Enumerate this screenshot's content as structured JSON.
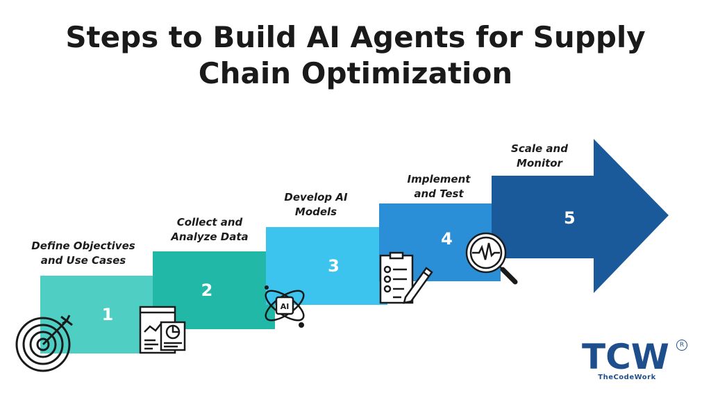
{
  "title_line1": "Steps to Build AI Agents for Supply",
  "title_line2": "Chain Optimization",
  "steps": [
    {
      "number": "1",
      "label_line1": "Define Objectives",
      "label_line2": "and Use Cases",
      "color": "#4fcfc4",
      "icon": "target-icon"
    },
    {
      "number": "2",
      "label_line1": "Collect and",
      "label_line2": "Analyze Data",
      "color": "#22b8a8",
      "icon": "data-report-icon"
    },
    {
      "number": "3",
      "label_line1": "Develop AI",
      "label_line2": "Models",
      "color": "#3cc3ee",
      "icon": "ai-atom-icon"
    },
    {
      "number": "4",
      "label_line1": "Implement",
      "label_line2": "and Test",
      "color": "#2a8fd6",
      "icon": "checklist-pencil-icon"
    },
    {
      "number": "5",
      "label_line1": "Scale and",
      "label_line2": "Monitor",
      "color": "#1b5a9a",
      "icon": "magnifier-pulse-icon"
    }
  ],
  "logo": {
    "text": "TCW",
    "tagline": "TheCodeWork",
    "registered": "R",
    "color": "#1f4e8c"
  }
}
